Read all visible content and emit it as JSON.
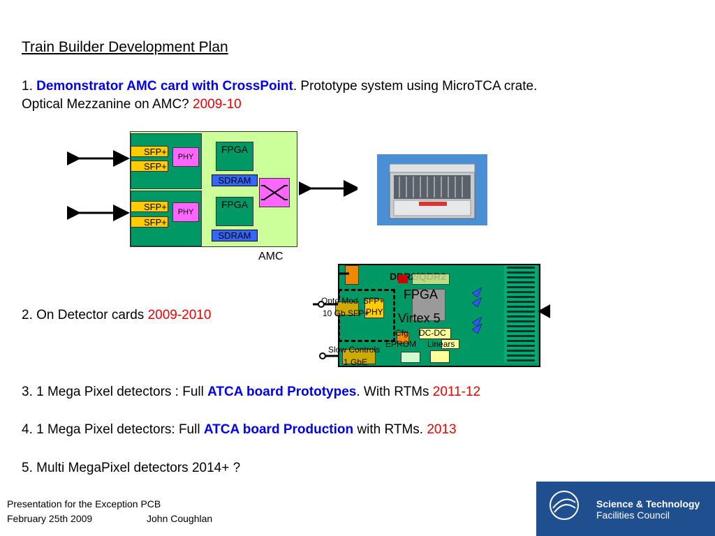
{
  "title": "Train Builder Development Plan",
  "item1": {
    "prefix": "1. ",
    "highlight": "Demonstrator AMC card with CrossPoint",
    "suffix": ". Prototype system using MicroTCA crate.",
    "line2": "Optical Mezzanine on AMC?  ",
    "date": "2009-10"
  },
  "item2": {
    "text": "2. On Detector cards  ",
    "date": "2009-2010"
  },
  "item3": {
    "prefix": "3. 1 Mega Pixel detectors : Full ",
    "highlight": "ATCA board Prototypes",
    "suffix": ". With RTMs  ",
    "date": "2011-12"
  },
  "item4": {
    "prefix": "4. 1 Mega Pixel detectors: Full ",
    "highlight": "ATCA board Production",
    "suffix": " with RTMs. ",
    "date": "2013"
  },
  "item5": {
    "text": "5. Multi MegaPixel detectors 2014+ ?"
  },
  "amc_diagram": {
    "sfp": "SFP+",
    "phy": "PHY",
    "fpga": "FPGA",
    "sdram": "SDRAM",
    "label": "AMC"
  },
  "detector_diagram": {
    "ddr": "DDR2/QDR2",
    "fpga": "FPGA",
    "virtex": "Virtex 5",
    "opto": "Opto Mod",
    "gb_sfp": "10 Gb SFP+",
    "sfp": "SFP+",
    "phy": "PHY",
    "cfg": "Cfg",
    "eprom": "EPROM",
    "dcdc": "DC-DC",
    "linears": "Linears",
    "slow": "Slow Controls",
    "gbe": "1 GbE"
  },
  "footer": {
    "line1": "Presentation for the Exception PCB",
    "date": "February 25th 2009",
    "author": "John Coughlan"
  },
  "logo": {
    "line1": "Science & Technology",
    "line2": "Facilities Council"
  },
  "colors": {
    "blue": "#0000ee",
    "red": "#ee0000",
    "amc_bg": "#ccff99",
    "board_green": "#009966"
  }
}
